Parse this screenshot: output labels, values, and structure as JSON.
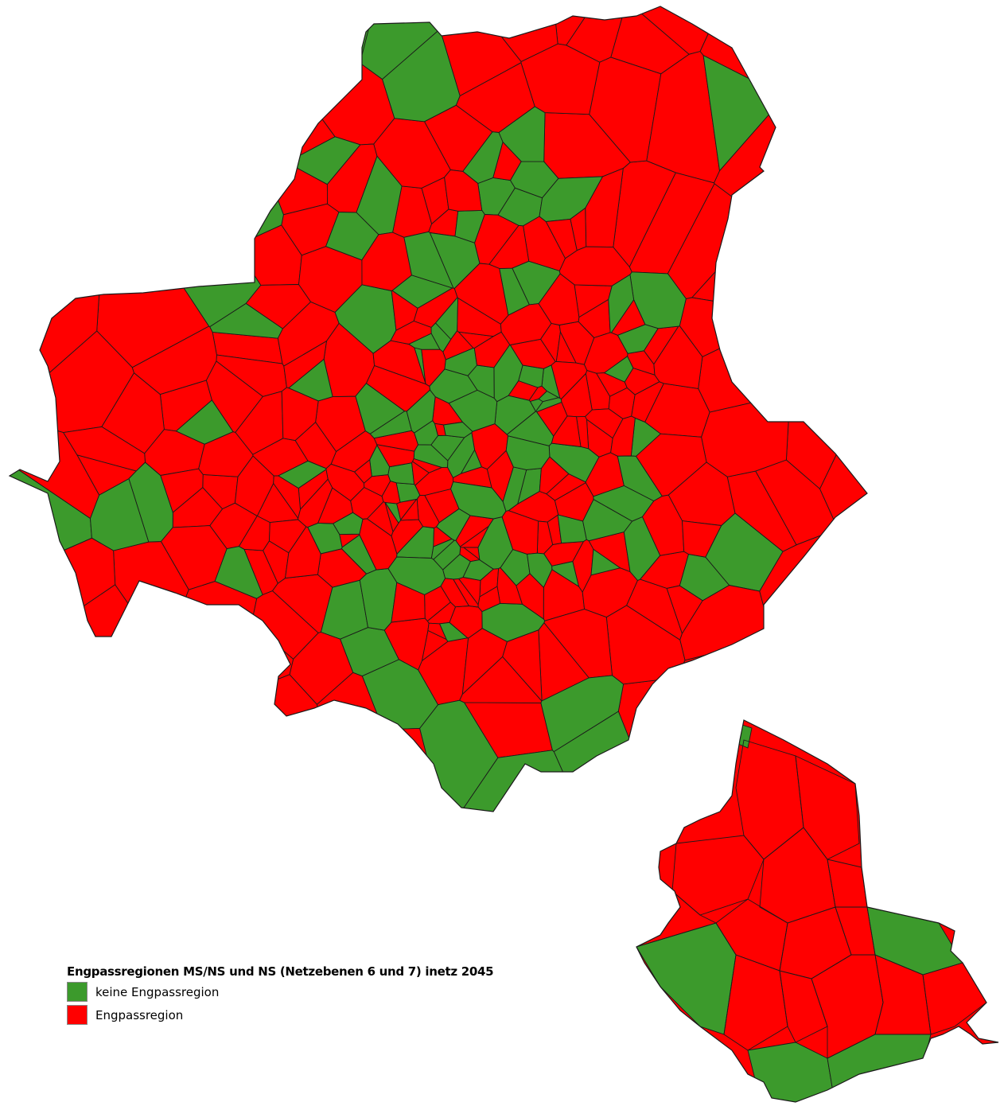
{
  "legend": {
    "title": "Engpassregionen MS/NS und NS (Netzebenen 6 und 7) inetz 2045",
    "items": [
      {
        "label": "keine Engpassregion",
        "color": "#3c9a2c"
      },
      {
        "label": "Engpassregion",
        "color": "#ff0000"
      }
    ]
  },
  "colors": {
    "green": "#3c9a2c",
    "red": "#ff0000",
    "border": "#1a1a1a"
  }
}
